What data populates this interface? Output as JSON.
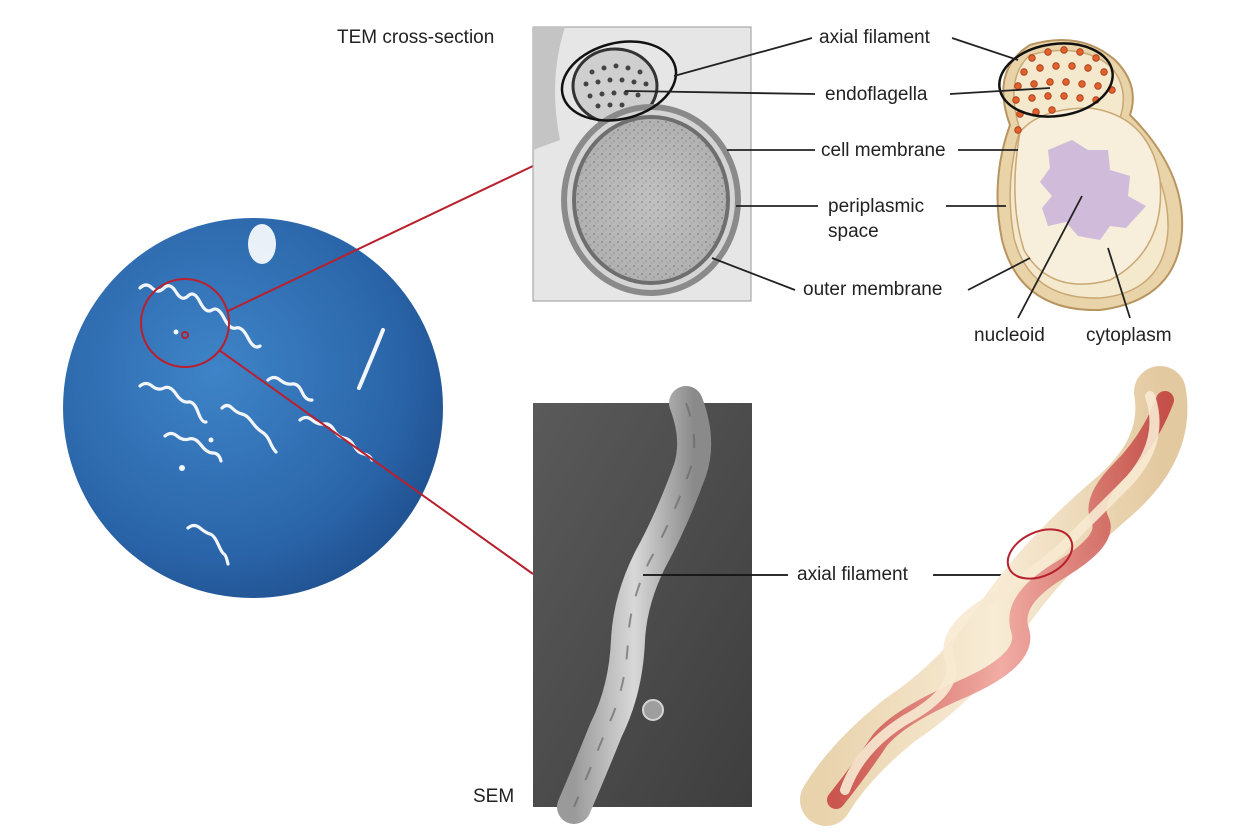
{
  "panel_labels": {
    "tem": "TEM cross-section",
    "sem": "SEM"
  },
  "tem_labels": {
    "axial_filament": "axial filament",
    "endoflagella": "endoflagella",
    "cell_membrane": "cell membrane",
    "periplasmic_line1": "periplasmic",
    "periplasmic_line2": "space",
    "outer_membrane": "outer membrane"
  },
  "illustration_labels": {
    "nucleoid": "nucleoid",
    "cytoplasm": "cytoplasm"
  },
  "sem_labels": {
    "axial_filament": "axial filament"
  },
  "colors": {
    "micrograph_blue": "#2f6fb5",
    "callout_red": "#b8202e",
    "flagella_orange": "#e05a2a",
    "cell_cream": "#f2e4c4",
    "nucleoid_purple": "#c7b3d6",
    "filament_red": "#d9645c",
    "filament_cream": "#efdcc0"
  }
}
